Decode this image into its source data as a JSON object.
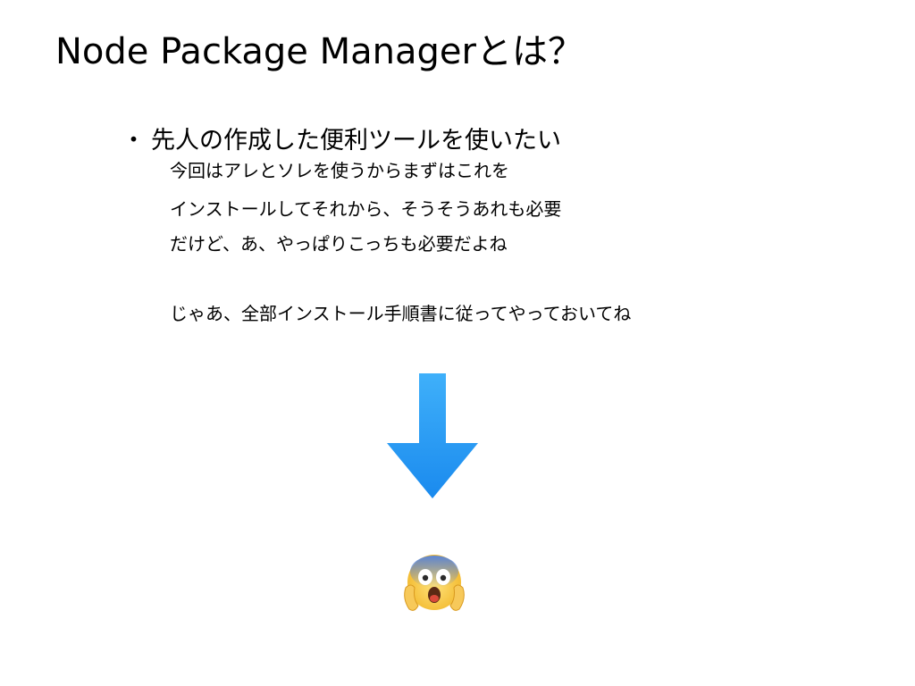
{
  "slide": {
    "title": "Node Package Managerとは？",
    "bullet_marker": "・",
    "bullet_text": "先人の作成した便利ツールを使いたい",
    "lines": [
      "今回はアレとソレを使うからまずはこれを",
      "インストールしてそれから、そうそうあれも必要",
      "だけど、あ、やっぱりこっちも必要だよね",
      "じゃあ、全部インストール手順書に従ってやっておいてね"
    ]
  },
  "icons": {
    "arrow": "down-arrow-icon",
    "face": "screaming-face-icon"
  },
  "colors": {
    "arrow": "#1E97F3",
    "face": "#F4C53A"
  }
}
